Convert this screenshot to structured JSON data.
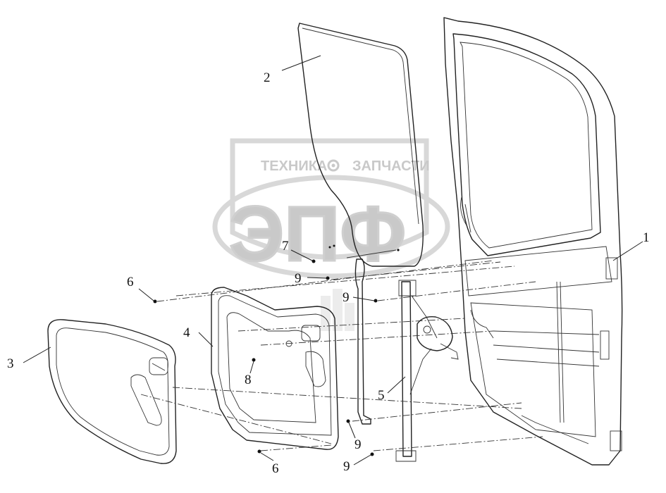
{
  "watermark": {
    "line1_left": "ТЕХНИКА",
    "line1_right": "ЗАПЧАСТИ",
    "logo": "ЭПФ",
    "gear_icon": "gear-icon"
  },
  "callouts": {
    "c1": "1",
    "c2": "2",
    "c3": "3",
    "c4": "4",
    "c5": "5",
    "c6a": "6",
    "c6b": "6",
    "c7": "7",
    "c8": "8",
    "c9a": "9",
    "c9b": "9",
    "c9c": "9",
    "c9d": "9"
  }
}
